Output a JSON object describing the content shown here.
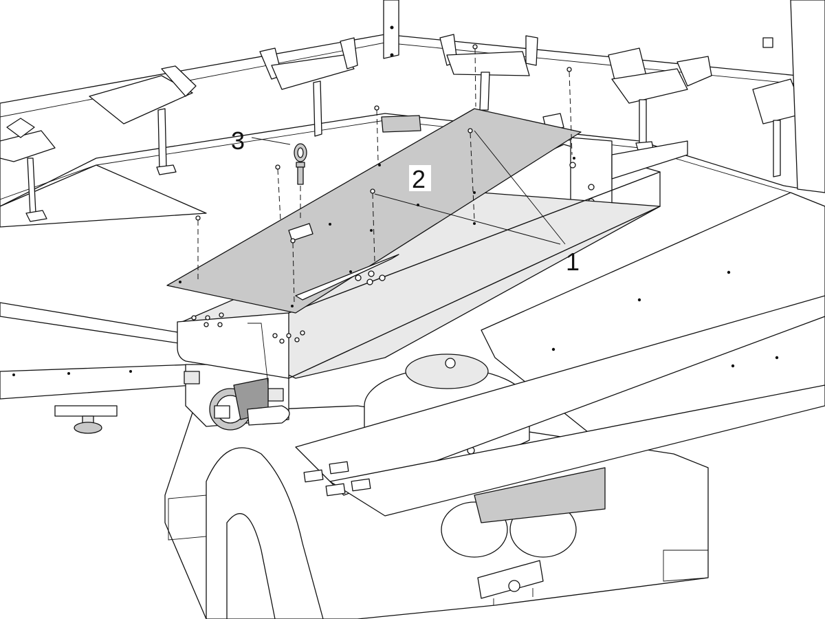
{
  "callouts": [
    {
      "id": "1",
      "label": "1"
    },
    {
      "id": "2",
      "label": "2"
    },
    {
      "id": "3",
      "label": "3"
    }
  ]
}
